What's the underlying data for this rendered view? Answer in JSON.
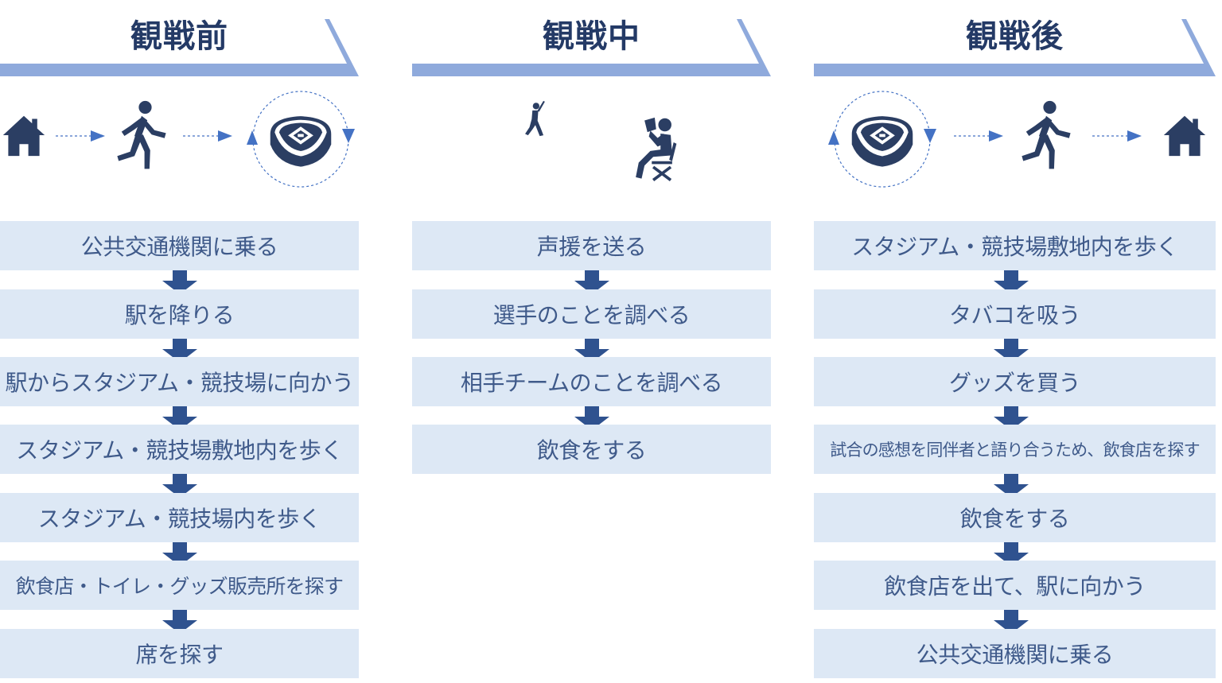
{
  "columns": [
    {
      "title": "観戦前",
      "steps": [
        "公共交通機関に乗る",
        "駅を降りる",
        "駅からスタジアム・競技場に向かう",
        "スタジアム・競技場敷地内を歩く",
        "スタジアム・競技場内を歩く",
        "飲食店・トイレ・グッズ販売所を探す",
        "席を探す"
      ]
    },
    {
      "title": "観戦中",
      "steps": [
        "声援を送る",
        "選手のことを調べる",
        "相手チームのことを調べる",
        "飲食をする"
      ]
    },
    {
      "title": "観戦後",
      "steps": [
        "スタジアム・競技場敷地内を歩く",
        "タバコを吸う",
        "グッズを買う",
        "試合の感想を同伴者と語り合うため、飲食店を探す",
        "飲食をする",
        "飲食店を出て、駅に向かう",
        "公共交通機関に乗る"
      ]
    }
  ],
  "icons": {
    "before": [
      "house-icon",
      "runner-icon",
      "stadium-icon"
    ],
    "during": [
      "batter-icon",
      "seated-fan-icon"
    ],
    "after": [
      "stadium-icon",
      "runner-icon",
      "house-icon"
    ]
  },
  "colors": {
    "banner": "#8faadc",
    "title": "#243a66",
    "box_fill": "#dde8f5",
    "box_text": "#3f5a8a",
    "arrow": "#2f528f",
    "icon": "#2b3e63",
    "flow_arrow": "#4472c4"
  }
}
